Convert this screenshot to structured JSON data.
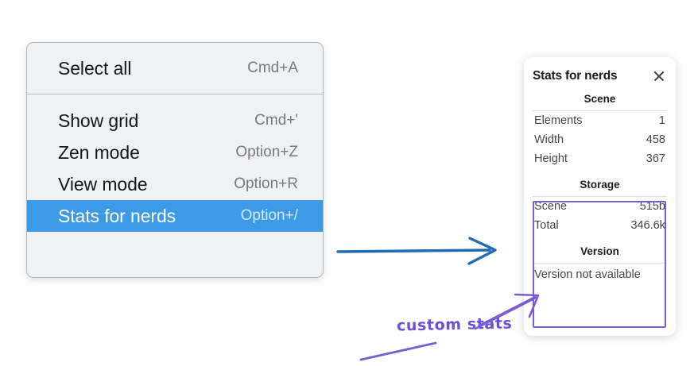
{
  "menu": {
    "groups": [
      {
        "items": [
          {
            "label": "Select all",
            "shortcut": "Cmd+A",
            "selected": false
          }
        ]
      },
      {
        "items": [
          {
            "label": "Show grid",
            "shortcut": "Cmd+'",
            "selected": false
          },
          {
            "label": "Zen mode",
            "shortcut": "Option+Z",
            "selected": false
          },
          {
            "label": "View mode",
            "shortcut": "Option+R",
            "selected": false
          },
          {
            "label": "Stats for nerds",
            "shortcut": "Option+/",
            "selected": true
          }
        ]
      }
    ],
    "highlight_color": "#3d9ae6",
    "background_color": "#f0f1f3"
  },
  "stats_panel": {
    "title": "Stats for nerds",
    "close_icon": "close-icon",
    "sections": [
      {
        "heading": "Scene",
        "rows": [
          {
            "key": "Elements",
            "value": "1"
          },
          {
            "key": "Width",
            "value": "458"
          },
          {
            "key": "Height",
            "value": "367"
          }
        ]
      },
      {
        "heading": "Storage",
        "rows": [
          {
            "key": "Scene",
            "value": "515b"
          },
          {
            "key": "Total",
            "value": "346.6k"
          }
        ]
      },
      {
        "heading": "Version",
        "note": "Version not available"
      }
    ]
  },
  "annotations": {
    "custom_stats_label": "custom stats",
    "purple_color": "#7c5cd6",
    "blue_arrow_color": "#1f6cb0"
  }
}
